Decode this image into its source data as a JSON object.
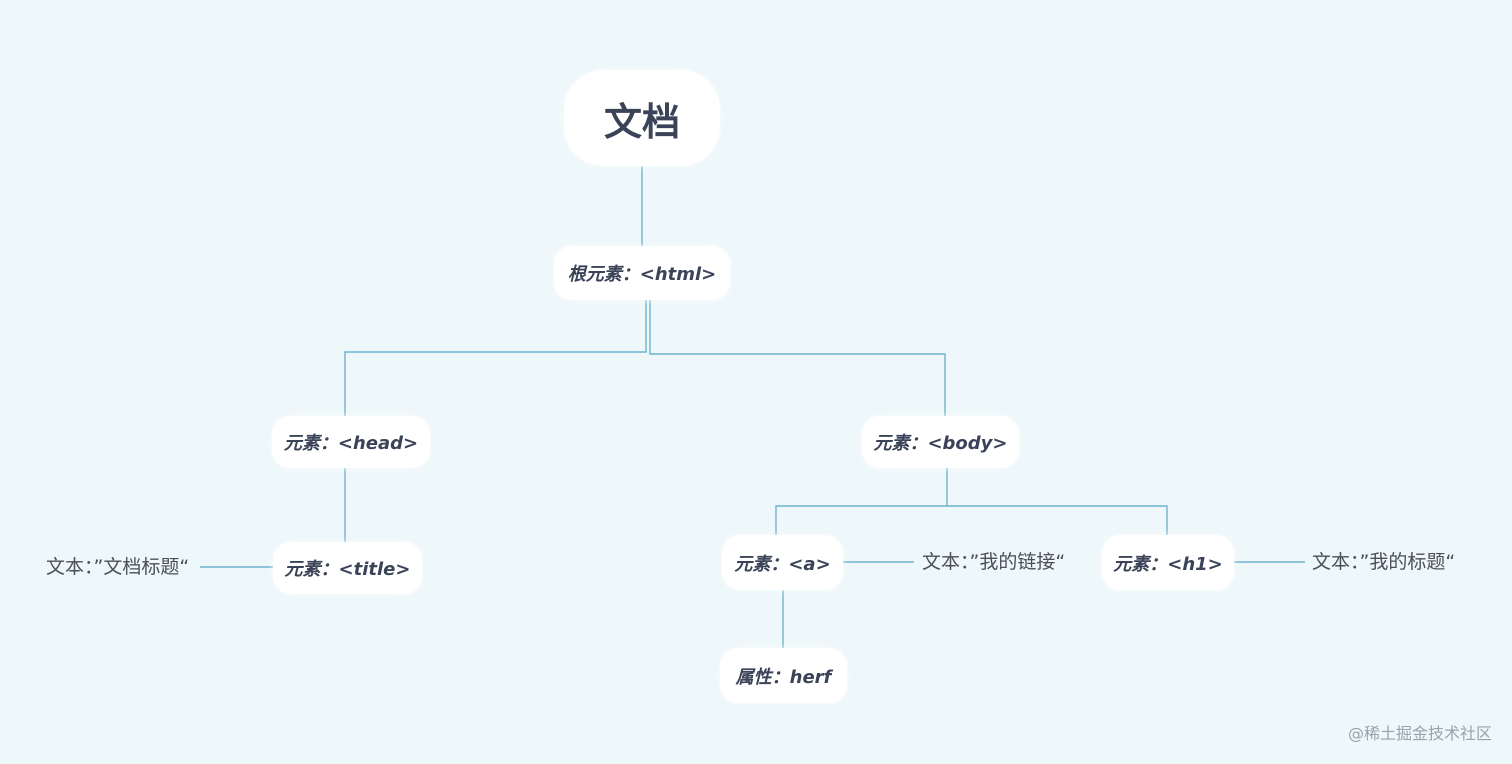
{
  "diagram": {
    "root": "文档",
    "html_node": "根元素：<html>",
    "head_node": "元素：<head>",
    "body_node": "元素：<body>",
    "title_node": "元素：<title>",
    "a_node": "元素：<a>",
    "h1_node": "元素：<h1>",
    "attr_node": "属性：herf",
    "title_text": "文本：”文档标题“",
    "a_text": "文本：”我的链接“",
    "h1_text": "文本：”我的标题“"
  },
  "colors": {
    "background": "#eef7fa",
    "node_fill": "#ffffff",
    "connector": "#6fb3cf",
    "node_text": "#3a4358"
  },
  "watermark": "@稀土掘金技术社区"
}
